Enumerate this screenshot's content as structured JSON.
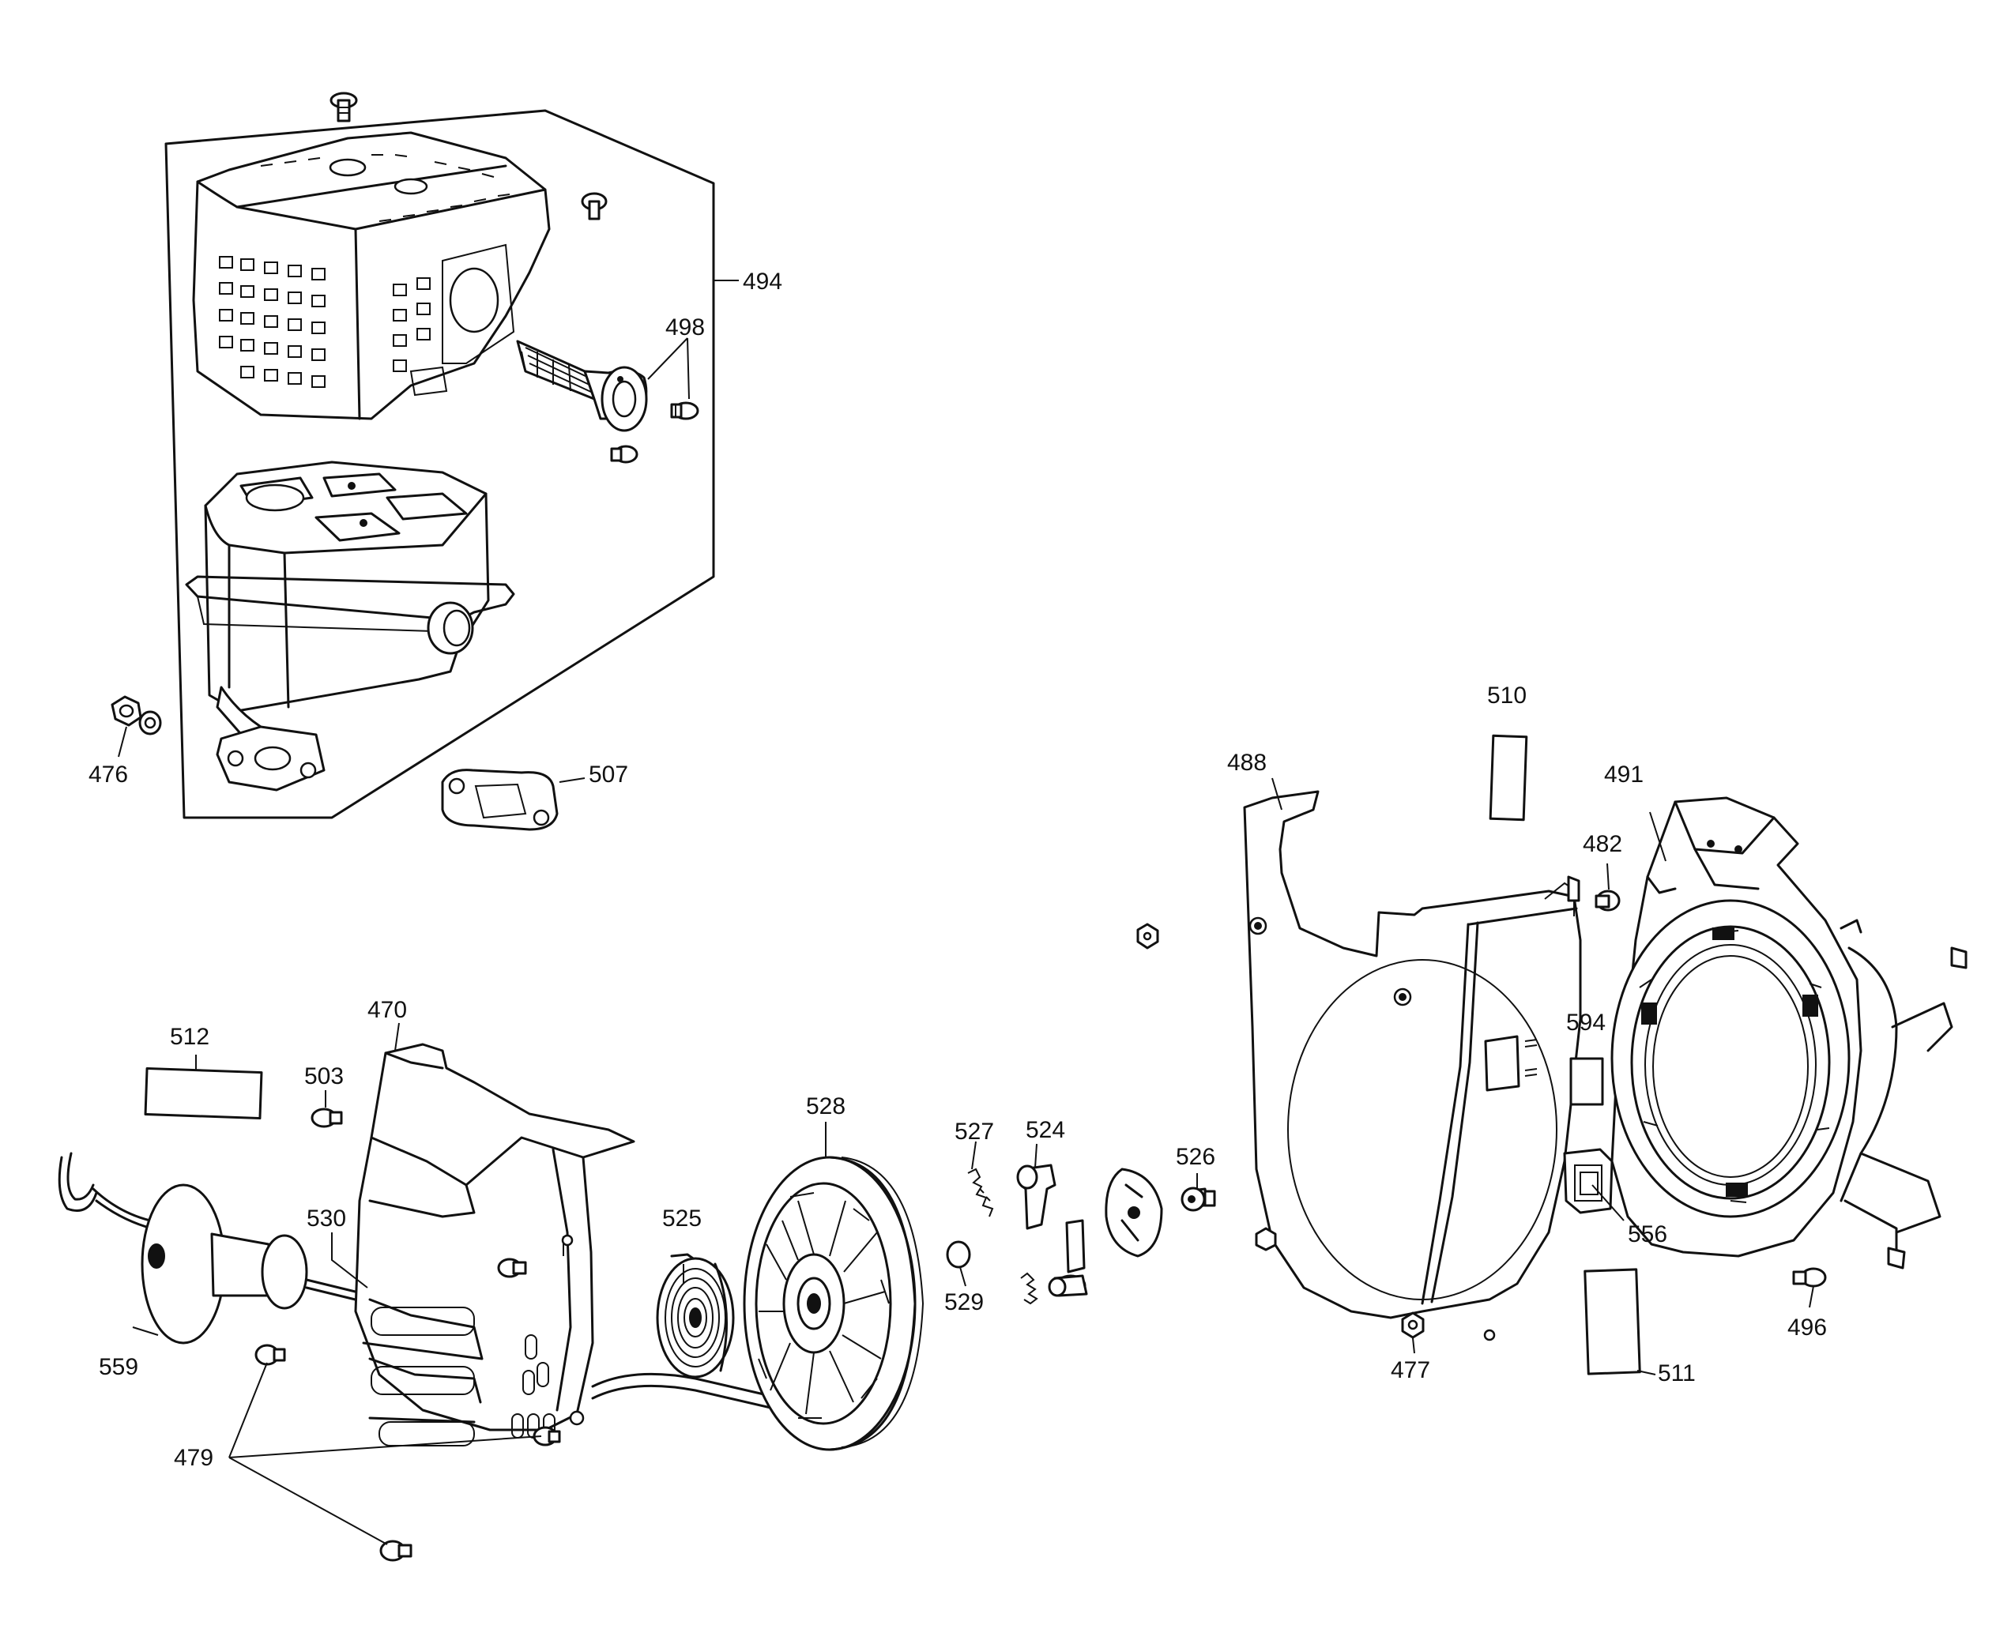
{
  "callouts": [
    {
      "id": "494",
      "label": "494"
    },
    {
      "id": "498",
      "label": "498"
    },
    {
      "id": "476",
      "label": "476"
    },
    {
      "id": "507",
      "label": "507"
    },
    {
      "id": "510",
      "label": "510"
    },
    {
      "id": "488",
      "label": "488"
    },
    {
      "id": "491",
      "label": "491"
    },
    {
      "id": "482",
      "label": "482"
    },
    {
      "id": "594",
      "label": "594"
    },
    {
      "id": "556",
      "label": "556"
    },
    {
      "id": "496",
      "label": "496"
    },
    {
      "id": "511",
      "label": "511"
    },
    {
      "id": "477",
      "label": "477"
    },
    {
      "id": "512",
      "label": "512"
    },
    {
      "id": "470",
      "label": "470"
    },
    {
      "id": "503",
      "label": "503"
    },
    {
      "id": "528",
      "label": "528"
    },
    {
      "id": "527",
      "label": "527"
    },
    {
      "id": "524",
      "label": "524"
    },
    {
      "id": "526",
      "label": "526"
    },
    {
      "id": "525",
      "label": "525"
    },
    {
      "id": "530",
      "label": "530"
    },
    {
      "id": "529",
      "label": "529"
    },
    {
      "id": "559",
      "label": "559"
    },
    {
      "id": "479",
      "label": "479"
    }
  ]
}
